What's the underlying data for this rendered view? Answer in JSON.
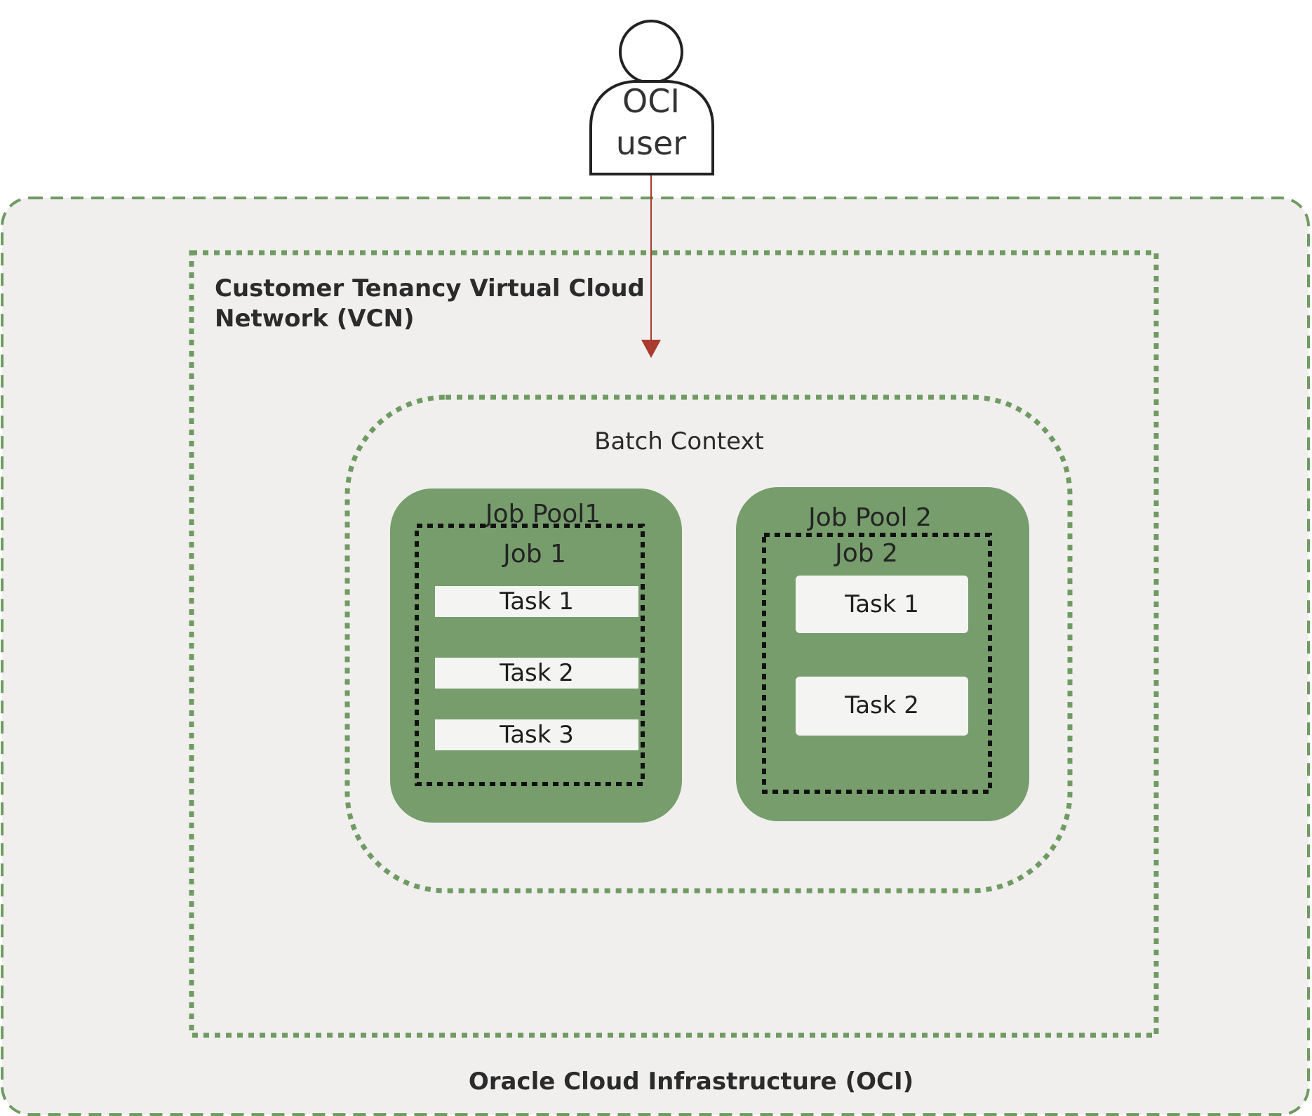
{
  "diagram": {
    "user": {
      "line1": "OCI",
      "line2": "user"
    },
    "oci": {
      "label": "Oracle Cloud Infrastructure (OCI)"
    },
    "vcn": {
      "label_line1": "Customer Tenancy Virtual Cloud",
      "label_line2": "Network (VCN)"
    },
    "batch_context": {
      "label": "Batch Context"
    },
    "job_pool_1": {
      "label": "Job Pool1",
      "job": {
        "label": "Job 1",
        "tasks": [
          "Task 1",
          "Task 2",
          "Task 3"
        ]
      }
    },
    "job_pool_2": {
      "label": "Job Pool 2",
      "job": {
        "label": "Job 2",
        "tasks": [
          "Task 1",
          "Task 2"
        ]
      }
    },
    "colors": {
      "outer_fill": "#f0efee",
      "green_border": "#6f9b62",
      "pool_fill": "#769d6b",
      "task_fill": "#f4f4f3",
      "arrow": "#a93a2e",
      "job_border": "#111111"
    }
  }
}
